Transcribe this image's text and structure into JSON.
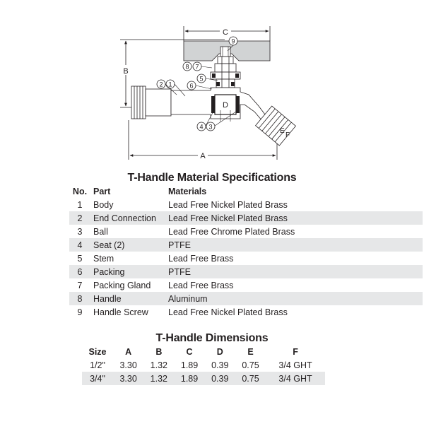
{
  "diagram": {
    "dimension_labels": {
      "a": "A",
      "b": "B",
      "c": "C",
      "d": "D",
      "e": "E",
      "f": "F"
    },
    "callouts": [
      "1",
      "2",
      "3",
      "4",
      "5",
      "6",
      "7",
      "8",
      "9"
    ]
  },
  "spec_table": {
    "title": "T-Handle Material Specifications",
    "headers": {
      "no": "No.",
      "part": "Part",
      "materials": "Materials"
    },
    "rows": [
      {
        "no": "1",
        "part": "Body",
        "material": "Lead Free Nickel Plated Brass"
      },
      {
        "no": "2",
        "part": "End Connection",
        "material": "Lead Free Nickel Plated Brass"
      },
      {
        "no": "3",
        "part": "Ball",
        "material": "Lead Free Chrome Plated Brass"
      },
      {
        "no": "4",
        "part": "Seat (2)",
        "material": "PTFE"
      },
      {
        "no": "5",
        "part": "Stem",
        "material": "Lead Free Brass"
      },
      {
        "no": "6",
        "part": "Packing",
        "material": "PTFE"
      },
      {
        "no": "7",
        "part": "Packing Gland",
        "material": "Lead Free Brass"
      },
      {
        "no": "8",
        "part": "Handle",
        "material": "Aluminum"
      },
      {
        "no": "9",
        "part": "Handle Screw",
        "material": "Lead Free Nickel Plated Brass"
      }
    ]
  },
  "dim_table": {
    "title": "T-Handle Dimensions",
    "headers": [
      "Size",
      "A",
      "B",
      "C",
      "D",
      "E",
      "F"
    ],
    "rows": [
      [
        "1/2\"",
        "3.30",
        "1.32",
        "1.89",
        "0.39",
        "0.75",
        "3/4 GHT"
      ],
      [
        "3/4\"",
        "3.30",
        "1.32",
        "1.89",
        "0.39",
        "0.75",
        "3/4 GHT"
      ]
    ]
  },
  "colors": {
    "stripe": "#e6e7e8",
    "handle_fill": "#d1d3d4",
    "line": "#231f20"
  }
}
